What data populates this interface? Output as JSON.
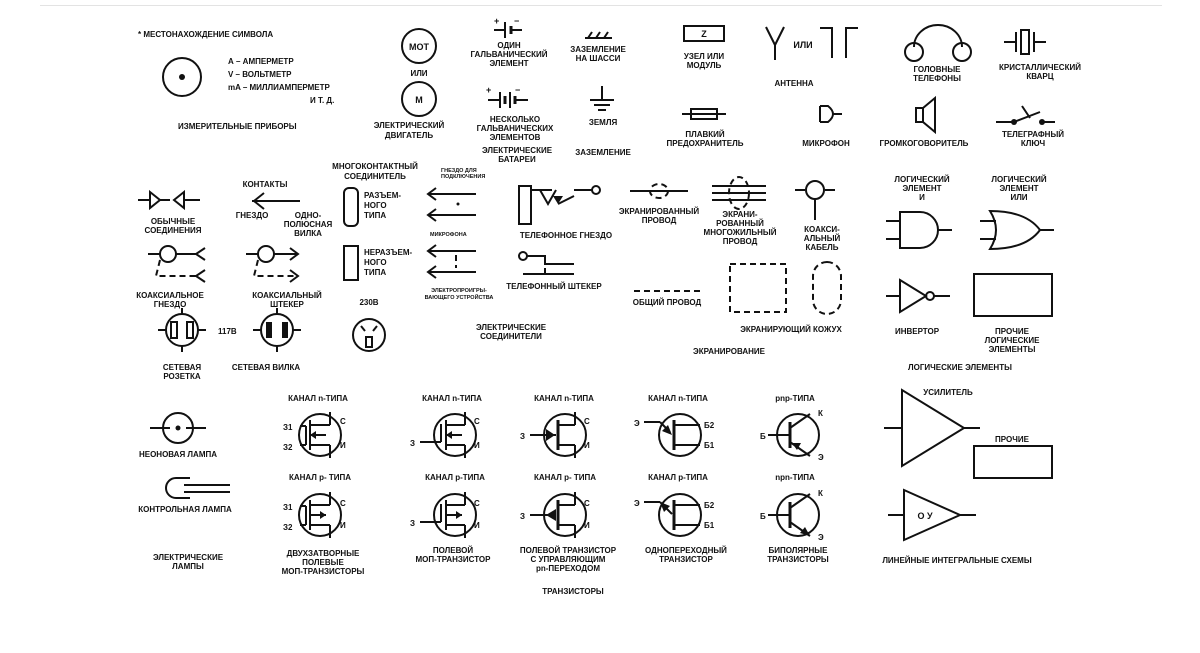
{
  "labels": {
    "symbol_location": "* МЕСТОНАХОЖДЕНИЕ  СИМВОЛА",
    "ammeter": "А – АМПЕРМЕТР",
    "voltmeter": "V – ВОЛЬТМЕТР",
    "milliammeter": "mA – МИЛЛИАМПЕРМЕТР",
    "etc": "И Т. Д.",
    "meters": "ИЗМЕРИТЕЛЬНЫЕ ПРИБОРЫ",
    "motor_mot": "МОТ",
    "motor_or": "ИЛИ",
    "motor_m": "М",
    "motor_1": "ЭЛЕКТРИЧЕСКИЙ",
    "motor_2": "ДВИГАТЕЛЬ",
    "cell_1": "ОДИН",
    "cell_2": "ГАЛЬВАНИЧЕСКИЙ",
    "cell_3": "ЭЛЕМЕНТ",
    "cells_1": "НЕСКОЛЬКО",
    "cells_2": "ГАЛЬВАНИЧЕСКИХ",
    "cells_3": "ЭЛЕМЕНТОВ",
    "batteries_1": "ЭЛЕКТРИЧЕСКИЕ",
    "batteries_2": "БАТАРЕИ",
    "chassis_1": "ЗАЗЕМЛЕНИЕ",
    "chassis_2": "НА ШАССИ",
    "earth": "ЗЕМЛЯ",
    "grounding": "ЗАЗЕМЛЕНИЕ",
    "module_z": "Z",
    "module_1": "УЗЕЛ ИЛИ",
    "module_2": "МОДУЛЬ",
    "antenna_or": "ИЛИ",
    "antenna": "АНТЕННА",
    "phones_1": "ГОЛОВНЫЕ",
    "phones_2": "ТЕЛЕФОНЫ",
    "crystal_1": "КРИСТАЛЛИЧЕСКИЙ",
    "crystal_2": "КВАРЦ",
    "fuse_1": "ПЛАВКИЙ",
    "fuse_2": "ПРЕДОХРАНИТЕЛЬ",
    "microphone": "МИКРОФОН",
    "speaker": "ГРОМКОГОВОРИТЕЛЬ",
    "key_1": "ТЕЛЕГРАФНЫЙ",
    "key_2": "КЛЮЧ",
    "plain_1": "ОБЫЧНЫЕ",
    "plain_2": "СОЕДИНЕНИЯ",
    "contacts": "КОНТАКТЫ",
    "socket": "ГНЕЗДО",
    "plug_1": "ОДНО-",
    "plug_2": "ПОЛЮСНАЯ",
    "plug_3": "ВИЛКА",
    "multi_1": "МНОГОКОНТАКТНЫЙ",
    "multi_2": "СОЕДИНИТЕЛЬ",
    "detach_1": "РАЗЪЕМ-",
    "detach_2": "НОГО",
    "detach_3": "ТИПА",
    "fixed_1": "НЕРАЗЪЕМ-",
    "fixed_2": "НОГО",
    "fixed_3": "ТИПА",
    "mic_jack_1": "ГНЕЗДО ДЛЯ",
    "mic_jack_2": "ПОДКЛЮЧЕНИЯ",
    "mic_jack_3": "МИКРОФОНА",
    "player_1": "ЭЛЕКТРОПРОИГРЫ-",
    "player_2": "ВАЮЩЕГО УСТРОЙСТВА",
    "phone_jack": "ТЕЛЕФОННОЕ ГНЕЗДО",
    "phone_plug": "ТЕЛЕФОННЫЙ ШТЕКЕР",
    "coax_jack_1": "КОАКСИАЛЬНОЕ",
    "coax_jack_2": "ГНЕЗДО",
    "coax_plug_1": "КОАКСИАЛЬНЫЙ",
    "coax_plug_2": "ШТЕКЕР",
    "outlet_117": "117В",
    "outlet_1": "СЕТЕВАЯ",
    "outlet_2": "РОЗЕТКА",
    "mains_plug": "СЕТЕВАЯ ВИЛКА",
    "v230": "230В",
    "connectors_1": "ЭЛЕКТРИЧЕСКИЕ",
    "connectors_2": "СОЕДИНИТЕЛИ",
    "shielded_1": "ЭКРАНИРОВАННЫЙ",
    "shielded_2": "ПРОВОД",
    "multi_shield_1": "ЭКРАНИ-",
    "multi_shield_2": "РОВАННЫЙ",
    "multi_shield_3": "МНОГОЖИЛЬНЫЙ",
    "multi_shield_4": "ПРОВОД",
    "coax_cable_1": "КОАКСИ-",
    "coax_cable_2": "АЛЬНЫЙ",
    "coax_cable_3": "КАБЕЛЬ",
    "common_wire": "ОБЩИЙ ПРОВОД",
    "housing": "ЭКРАНИРУЮЩИЙ КОЖУХ",
    "shielding": "ЭКРАНИРОВАНИЕ",
    "and_1": "ЛОГИЧЕСКИЙ",
    "and_2": "ЭЛЕМЕНТ",
    "and_3": "И",
    "or_1": "ЛОГИЧЕСКИЙ",
    "or_2": "ЭЛЕМЕНТ",
    "or_3": "ИЛИ",
    "inverter": "ИНВЕРТОР",
    "other_logic_1": "ПРОЧИЕ",
    "other_logic_2": "ЛОГИЧЕСКИЕ",
    "other_logic_3": "ЭЛЕМЕНТЫ",
    "logic": "ЛОГИЧЕСКИЕ ЭЛЕМЕНТЫ",
    "neon": "НЕОНОВАЯ ЛАМПА",
    "pilot": "КОНТРОЛЬНАЯ ЛАМПА",
    "lamps_1": "ЭЛЕКТРИЧЕСКИЕ",
    "lamps_2": "ЛАМПЫ",
    "dg_n": "КАНАЛ n-ТИПА",
    "dg_p": "КАНАЛ p- ТИПА",
    "dg_1": "ДВУХЗАТВОРНЫЕ",
    "dg_2": "ПОЛЕВЫЕ",
    "dg_3": "МОП-ТРАНЗИСТОРЫ",
    "mos_n": "КАНАЛ n-ТИПА",
    "mos_p": "КАНАЛ p-ТИПА",
    "mos_1": "ПОЛЕВОЙ",
    "mos_2": "МОП-ТРАНЗИСТОР",
    "jf_n": "КАНАЛ  n-ТИПА",
    "jf_p": "КАНАЛ  p- ТИПА",
    "jf_1": "ПОЛЕВОЙ ТРАНЗИСТОР",
    "jf_2": "С УПРАВЛЯЮЩИМ",
    "jf_3": "pn-ПЕРЕХОДОМ",
    "uj_n": "КАНАЛ  n-ТИПА",
    "uj_p": "КАНАЛ p-ТИПА",
    "uj_1": "ОДНОПЕРЕХОДНЫЙ",
    "uj_2": "ТРАНЗИСТОР",
    "pnp": "pnp-ТИПА",
    "npn": "npn-ТИПА",
    "bjt_1": "БИПОЛЯРНЫЕ",
    "bjt_2": "ТРАНЗИСТОРЫ",
    "transistors": "ТРАНЗИСТОРЫ",
    "amplifier": "УСИЛИТЕЛЬ",
    "other_lin": "ПРОЧИЕ",
    "opamp": "О У",
    "linear": "ЛИНЕЙНЫЕ ИНТЕГРАЛЬНЫЕ СХЕМЫ",
    "pin_c": "С",
    "pin_i": "И",
    "pin_z": "З",
    "pin_z1": "З1",
    "pin_z2": "З2",
    "pin_b": "Б",
    "pin_b1": "Б1",
    "pin_b2": "Б2",
    "pin_k": "К",
    "pin_e": "Э",
    "plus": "+",
    "minus": "−"
  }
}
